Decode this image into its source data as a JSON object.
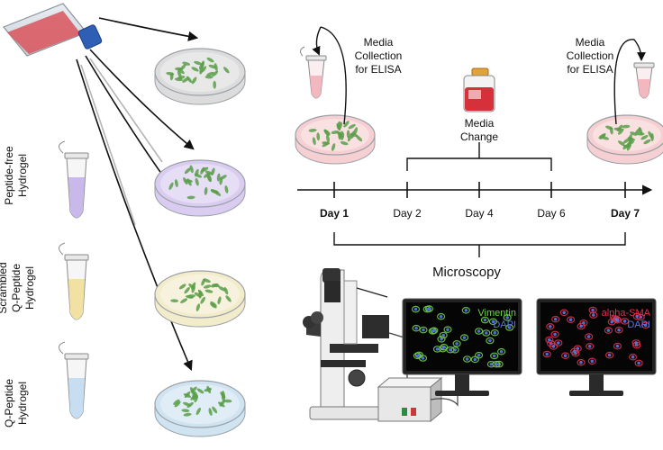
{
  "timeline": {
    "days": [
      {
        "label": "Day 1",
        "bold": true
      },
      {
        "label": "Day 2",
        "bold": false
      },
      {
        "label": "Day 4",
        "bold": false
      },
      {
        "label": "Day 6",
        "bold": false
      },
      {
        "label": "Day 7",
        "bold": true
      }
    ]
  },
  "annotations": {
    "media_collection_left": [
      "Media",
      "Collection",
      "for ELISA"
    ],
    "media_collection_right": [
      "Media",
      "Collection",
      "for ELISA"
    ],
    "media_change": [
      "Media",
      "Change"
    ],
    "microscopy": "Microscopy"
  },
  "hydrogels": [
    {
      "lines": [
        "Peptide-free",
        "Hydrogel"
      ],
      "color": "#c9b8ea"
    },
    {
      "lines": [
        "Scrambled",
        "Q-Peptide",
        "Hydrogel"
      ],
      "color": "#f1e2a4"
    },
    {
      "lines": [
        "Q-Peptide",
        "Hydrogel"
      ],
      "color": "#c7def2"
    }
  ],
  "monitors": [
    {
      "stain1": "Vimentin",
      "stain1_color": "#6fd04a",
      "stain2": "DAPI",
      "stain2_color": "#5b78e0"
    },
    {
      "stain1": "alpha-SMA",
      "stain1_color": "#e0304a",
      "stain2": "DAPI",
      "stain2_color": "#5b78e0"
    }
  ],
  "colors": {
    "dish_control": "#dcdcdc",
    "dish_peptide_free": "#d9ccf0",
    "dish_scrambled": "#f3eccb",
    "dish_q_peptide": "#cfe3f1",
    "dish_timeline": "#f6cfd2",
    "cells": "#5a9e4a",
    "flask_media": "#d9545c"
  }
}
